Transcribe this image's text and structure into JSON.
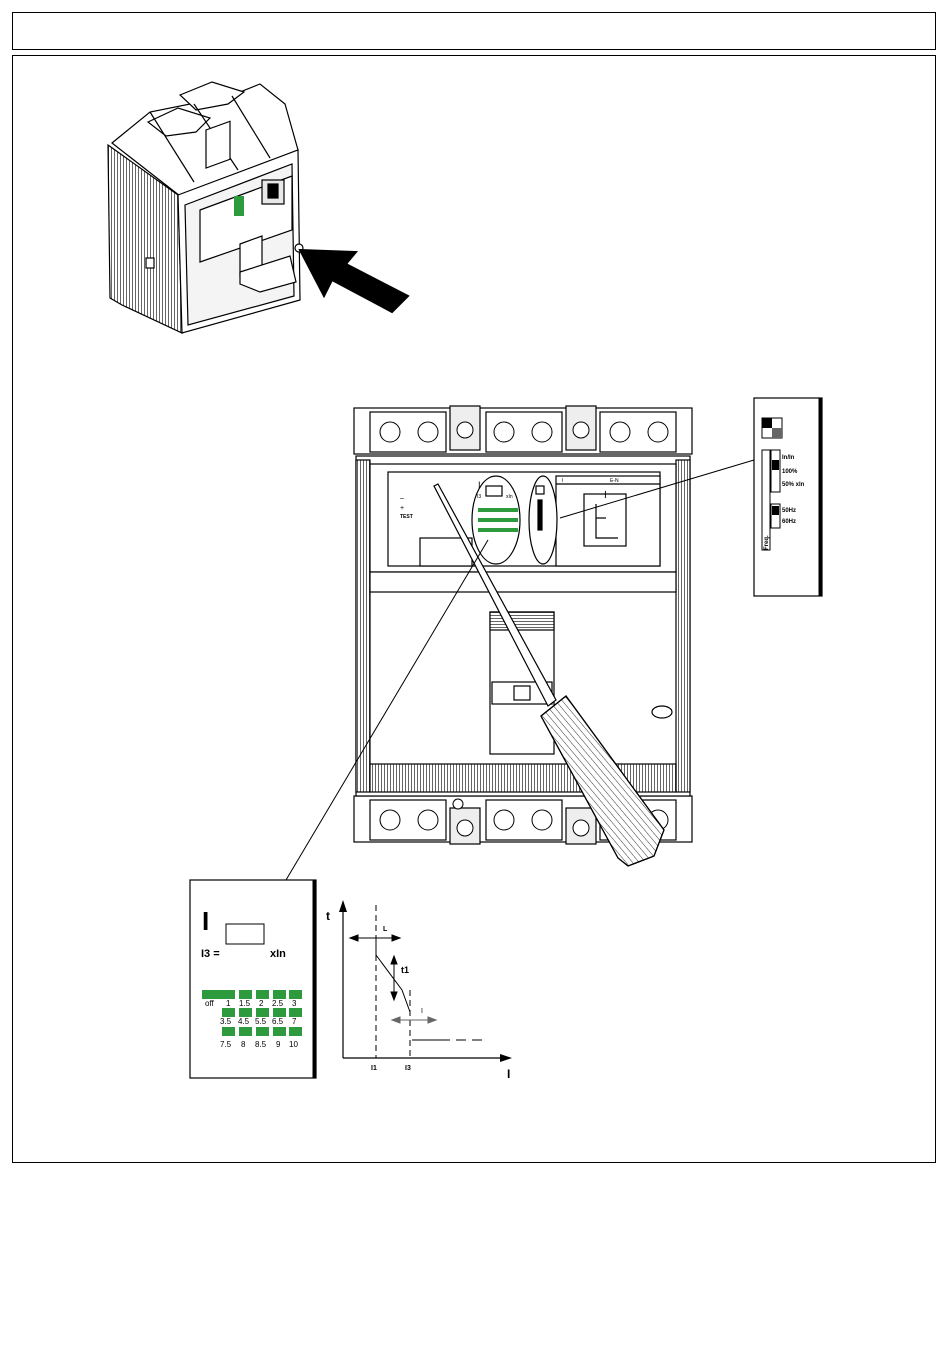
{
  "colors": {
    "line": "#000000",
    "setting_green": "#2e9a3e",
    "paper": "#ffffff"
  },
  "breaker_front": {
    "trip_unit": {
      "function_letter": "I",
      "i3_prefix": "I3",
      "i3_unit": "xIn",
      "in_label": "I",
      "test_minus": "–",
      "test_plus": "+",
      "test_label": "TEST",
      "settings_header": "E-N"
    }
  },
  "zoom_dip_panel": {
    "in_label": "In/In",
    "ratio_100": "100%",
    "ratio_50": "50% xIn",
    "freq_50": "50Hz",
    "freq_60": "60Hz",
    "freq_label": "Freq."
  },
  "zoom_i3_panel": {
    "function_letter": "I",
    "i3_label": "I3 =",
    "i3_unit": "xIn",
    "options_row1": [
      "off",
      "1",
      "1.5",
      "2",
      "2.5",
      "3"
    ],
    "options_row2": [
      "3.5",
      "4.5",
      "5.5",
      "6.5",
      "7"
    ],
    "options_row3": [
      "7.5",
      "8",
      "8.5",
      "9",
      "10"
    ]
  },
  "curve": {
    "t_axis": "t",
    "i_axis": "I",
    "l_marker": "L",
    "t1_label": "t1",
    "i_marker": "I",
    "i1_tick": "I1",
    "i3_tick": "I3"
  }
}
